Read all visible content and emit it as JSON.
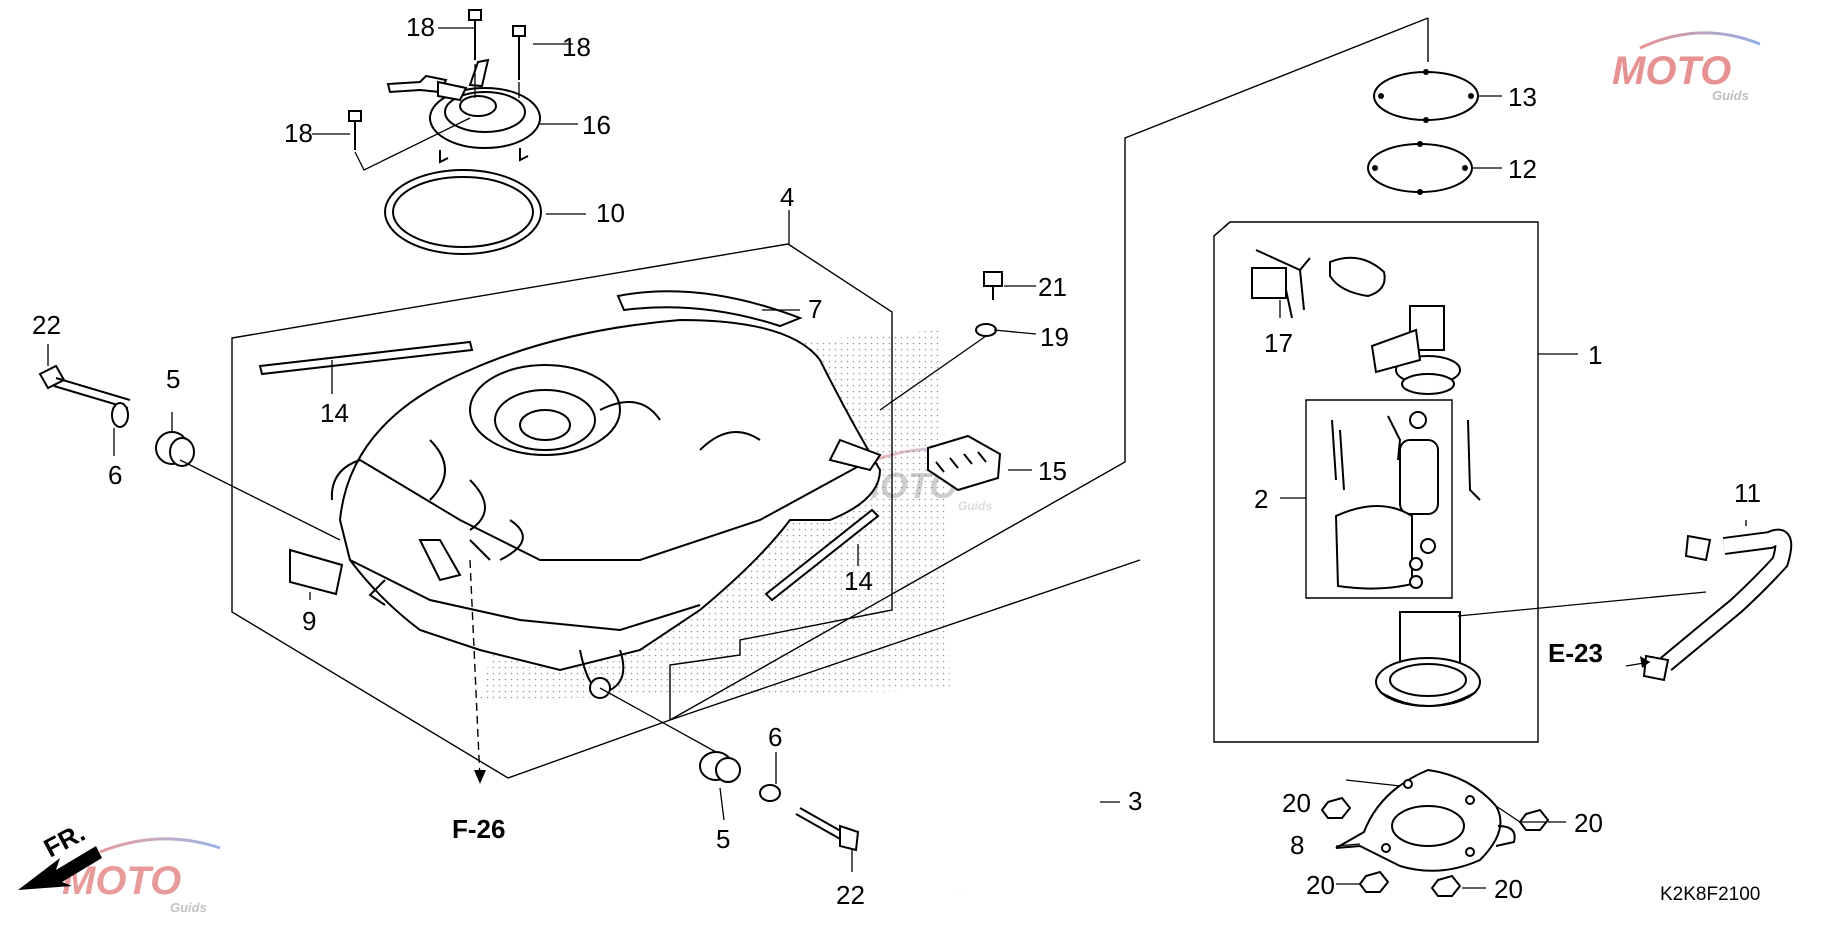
{
  "diagram": {
    "code": "K2K8F2100",
    "watermark": {
      "brand": "MOTO",
      "sub": "Guids"
    },
    "front_marker": "FR.",
    "references": [
      "F-26",
      "E-23"
    ],
    "callouts": [
      {
        "id": "c1",
        "text": "1"
      },
      {
        "id": "c2",
        "text": "2"
      },
      {
        "id": "c3",
        "text": "3"
      },
      {
        "id": "c4",
        "text": "4"
      },
      {
        "id": "c5a",
        "text": "5"
      },
      {
        "id": "c5b",
        "text": "5"
      },
      {
        "id": "c6a",
        "text": "6"
      },
      {
        "id": "c6b",
        "text": "6"
      },
      {
        "id": "c7",
        "text": "7"
      },
      {
        "id": "c8",
        "text": "8"
      },
      {
        "id": "c9",
        "text": "9"
      },
      {
        "id": "c10",
        "text": "10"
      },
      {
        "id": "c11",
        "text": "11"
      },
      {
        "id": "c12",
        "text": "12"
      },
      {
        "id": "c13",
        "text": "13"
      },
      {
        "id": "c14a",
        "text": "14"
      },
      {
        "id": "c14b",
        "text": "14"
      },
      {
        "id": "c15",
        "text": "15"
      },
      {
        "id": "c16",
        "text": "16"
      },
      {
        "id": "c17",
        "text": "17"
      },
      {
        "id": "c18a",
        "text": "18"
      },
      {
        "id": "c18b",
        "text": "18"
      },
      {
        "id": "c18c",
        "text": "18"
      },
      {
        "id": "c19",
        "text": "19"
      },
      {
        "id": "c20a",
        "text": "20"
      },
      {
        "id": "c20b",
        "text": "20"
      },
      {
        "id": "c20c",
        "text": "20"
      },
      {
        "id": "c20d",
        "text": "20"
      },
      {
        "id": "c21",
        "text": "21"
      },
      {
        "id": "c22a",
        "text": "22"
      },
      {
        "id": "c22b",
        "text": "22"
      }
    ]
  }
}
